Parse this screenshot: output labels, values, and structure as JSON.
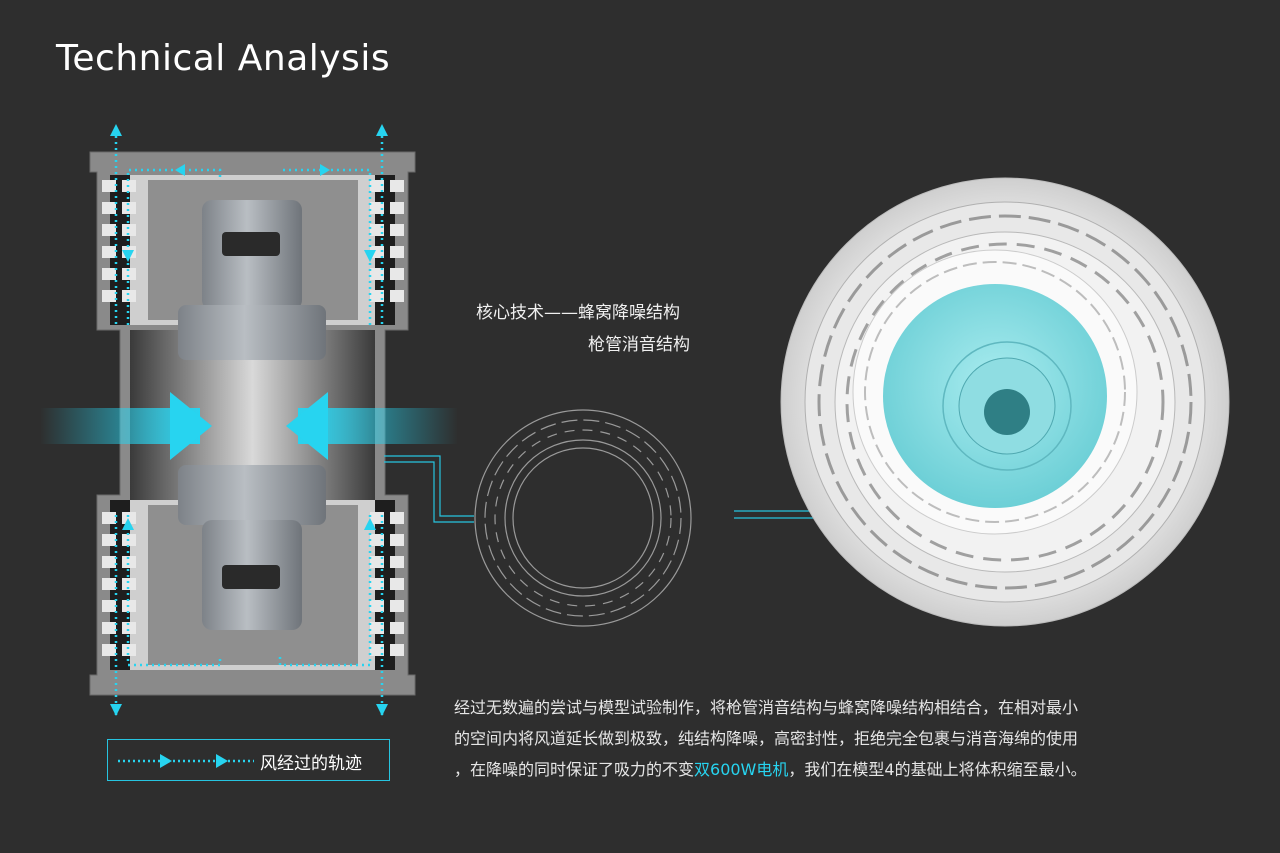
{
  "title": "Technical Analysis",
  "tech_labels": {
    "line1": "核心技术——蜂窝降噪结构",
    "line2": "枪管消音结构"
  },
  "legend": {
    "label": "风经过的轨迹"
  },
  "description": {
    "line1": "经过无数遍的尝试与模型试验制作，将枪管消音结构与蜂窝降噪结构相结合，在相对最小",
    "line2": "的空间内将风道延长做到极致，纯结构降噪，高密封性，拒绝完全包裹与消音海绵的使用",
    "line3_pre": "，在降噪的同时保证了吸力的不变",
    "line3_highlight": "双600W电机",
    "line3_post": "，我们在模型4的基础上将体积缩至最小。"
  },
  "colors": {
    "background": "#2e2e2e",
    "accent": "#27d4f0",
    "text": "#e6e6e6"
  }
}
